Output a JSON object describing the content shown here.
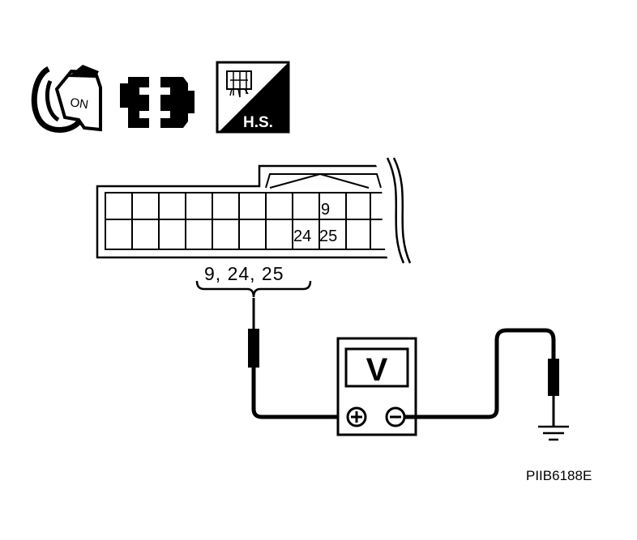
{
  "icons": {
    "ignition": {
      "label": "ON",
      "icon": "ignition-key-icon"
    },
    "connector": {
      "icon": "disconnected-connector-icon"
    },
    "harness": {
      "label": "H.S.",
      "icon": "harness-side-icon"
    }
  },
  "connector": {
    "pins": {
      "p9": "9",
      "p24": "24",
      "p25": "25"
    }
  },
  "probe": {
    "label": "9, 24, 25"
  },
  "meter": {
    "label": "V",
    "plus": "+",
    "minus": "−"
  },
  "ground": {
    "icon": "ground-icon"
  },
  "figure_code": "PIIB6188E"
}
